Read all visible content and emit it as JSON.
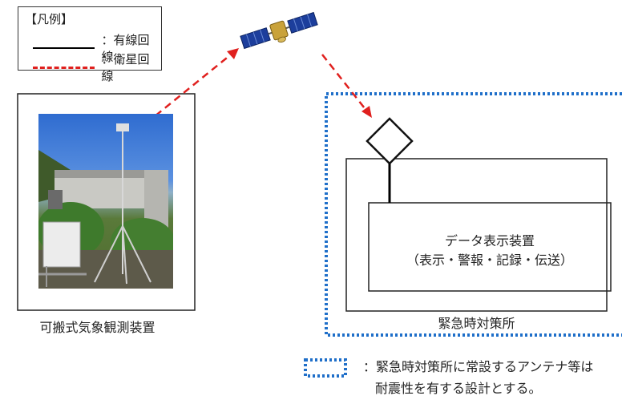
{
  "legend": {
    "title": "【凡例】",
    "wired": "：有線回線",
    "satellite": "：衛星回線"
  },
  "device": {
    "label": "可搬式気象観測装置"
  },
  "facility": {
    "label": "緊急時対策所",
    "display_title": "データ表示装置",
    "display_sub": "（表示・警報・記録・伝送）"
  },
  "note": {
    "line1": "：緊急時対策所に常設するアンテナ等は",
    "line2": "耐震性を有する設計とする。"
  },
  "colors": {
    "satellite_link": "#e0201e",
    "facility_boundary": "#1f6fc9",
    "wired_link": "#000000"
  }
}
